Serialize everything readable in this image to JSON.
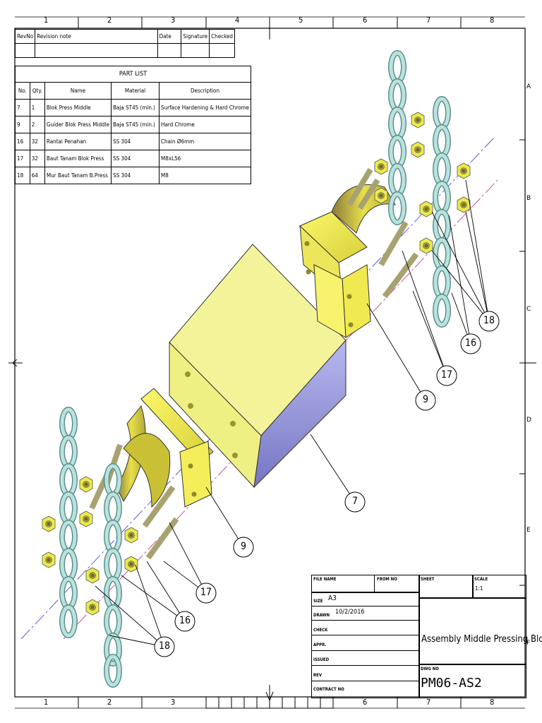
{
  "grid": {
    "columns": [
      "1",
      "2",
      "3",
      "4",
      "5",
      "6",
      "7",
      "8"
    ],
    "rows": [
      "A",
      "B",
      "C",
      "D",
      "E",
      "F"
    ]
  },
  "revision_table": {
    "headers": [
      "RevNo",
      "Revision note",
      "Date",
      "Signature",
      "Checked"
    ]
  },
  "part_list": {
    "title": "PART LIST",
    "headers": [
      "No.",
      "Qty.",
      "Name",
      "Material",
      "Description"
    ],
    "rows": [
      [
        "7",
        "1",
        "Blok Press Middle",
        "Baja ST45 (min.)",
        "Surface Hardening & Hard Chrome"
      ],
      [
        "9",
        "2",
        "Guider Blok Press Middle",
        "Baja ST45 (min.)",
        "Hard Chrome"
      ],
      [
        "16",
        "32",
        "Rantai Penahan",
        "SS 304",
        "Chain Ø6mm"
      ],
      [
        "17",
        "32",
        "Baut Tanam Blok Press",
        "SS 304",
        "M8xL56"
      ],
      [
        "18",
        "64",
        "Mur Baut Tanam B.Press",
        "SS 304",
        "M8"
      ]
    ]
  },
  "balloons": [
    "18",
    "16",
    "17",
    "9",
    "9",
    "7",
    "17",
    "16",
    "18"
  ],
  "title_block": {
    "file_name_label": "FILE NAME",
    "from_no_label": "FROM NO",
    "sheet_label": "SHEET",
    "scale_label": "SCALE",
    "scale_value": "1:1",
    "size_label": "SIZE",
    "size_value": "A3",
    "drawn_label": "DRAWN",
    "drawn_value": "10/2/2016",
    "check_label": "CHECK",
    "appr_label": "APPR.",
    "issued_label": "ISSUED",
    "rev_label": "REV",
    "contract_label": "CONTRACT NO",
    "title": "Assembly Middle Pressing Block",
    "dwg_no_label": "DWG NO",
    "dwg_no": "PM06-AS2"
  },
  "colors": {
    "block_face": "#f3f39a",
    "block_side": "#8d8dd6",
    "guide": "#f5f05a",
    "chain": "#a6d8d4",
    "nut": "#ecea4c",
    "bolt": "#a8a270",
    "axis_blue": "#5a5ae8",
    "axis_pink": "#c84fa2"
  }
}
